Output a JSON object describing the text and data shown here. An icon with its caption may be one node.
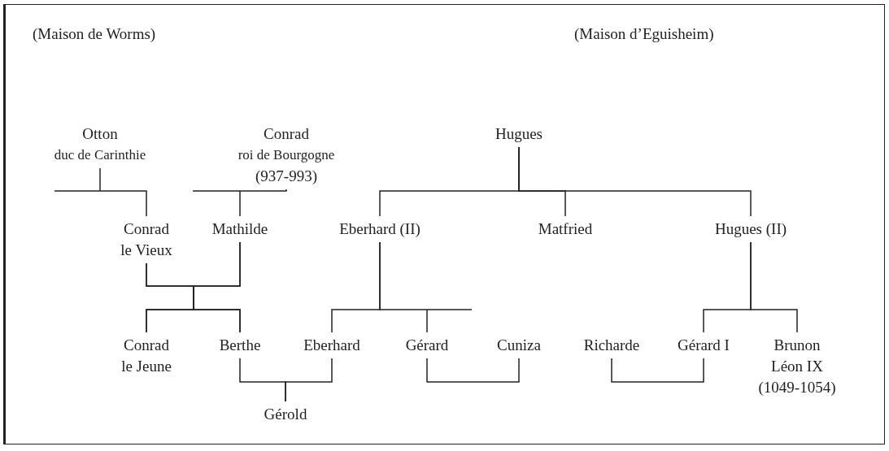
{
  "diagram": {
    "nodes": [
      {
        "text": [
          "Otton",
          "duc de Carinthie"
        ]
      },
      {
        "text": [
          "Conrad",
          "roi de Bourgogne",
          "(937-993)"
        ]
      },
      {
        "text": [
          "Hugues"
        ]
      },
      {
        "text": [
          "Conrad le Vieux"
        ]
      },
      {
        "text": [
          "Mathilde"
        ]
      },
      {
        "text": [
          "Eberhard (II)"
        ]
      },
      {
        "text": [
          "Matfried"
        ]
      },
      {
        "text": [
          "Hugues (II)"
        ]
      },
      {
        "text": [
          "Conrad le Jeune"
        ]
      },
      {
        "text": [
          "Berthe"
        ]
      },
      {
        "text": [
          "Eberhard"
        ]
      },
      {
        "text": [
          "Gérard"
        ]
      },
      {
        "text": [
          "Cuniza"
        ]
      },
      {
        "text": [
          "Richarde"
        ]
      },
      {
        "text": [
          "Gérard I"
        ]
      },
      {
        "text": [
          "Brunon Léon IX (1049-1054)"
        ]
      },
      {
        "text": [
          "Gérold"
        ]
      }
    ],
    "edges": [
      {
        "from": 0,
        "to": 3,
        "arrow": "none"
      },
      {
        "from": 1,
        "to": 4,
        "arrow": "none"
      },
      {
        "from": 2,
        "to": 5,
        "arrow": "none"
      },
      {
        "from": 2,
        "to": 6,
        "arrow": "none"
      },
      {
        "from": 2,
        "to": 7,
        "arrow": "none"
      },
      {
        "from": 3,
        "to": 8,
        "arrow": "none"
      },
      {
        "from": 3,
        "to": 9,
        "arrow": "none"
      },
      {
        "from": 4,
        "to": 8,
        "arrow": "none"
      },
      {
        "from": 4,
        "to": 9,
        "arrow": "none"
      },
      {
        "from": 5,
        "to": 10,
        "arrow": "none"
      },
      {
        "from": 5,
        "to": 11,
        "arrow": "none"
      },
      {
        "from": 7,
        "to": 14,
        "arrow": "none"
      },
      {
        "from": 7,
        "to": 15,
        "arrow": "none"
      },
      {
        "from": 9,
        "to": 16,
        "arrow": "none"
      },
      {
        "from": 10,
        "to": 16,
        "arrow": "none"
      },
      {
        "from": 11,
        "to": 12,
        "arrow": "none"
      },
      {
        "from": 13,
        "to": 14,
        "arrow": "none"
      }
    ],
    "labels": [
      "(Maison de Worms)",
      "(Maison d’Eguisheim)"
    ]
  }
}
